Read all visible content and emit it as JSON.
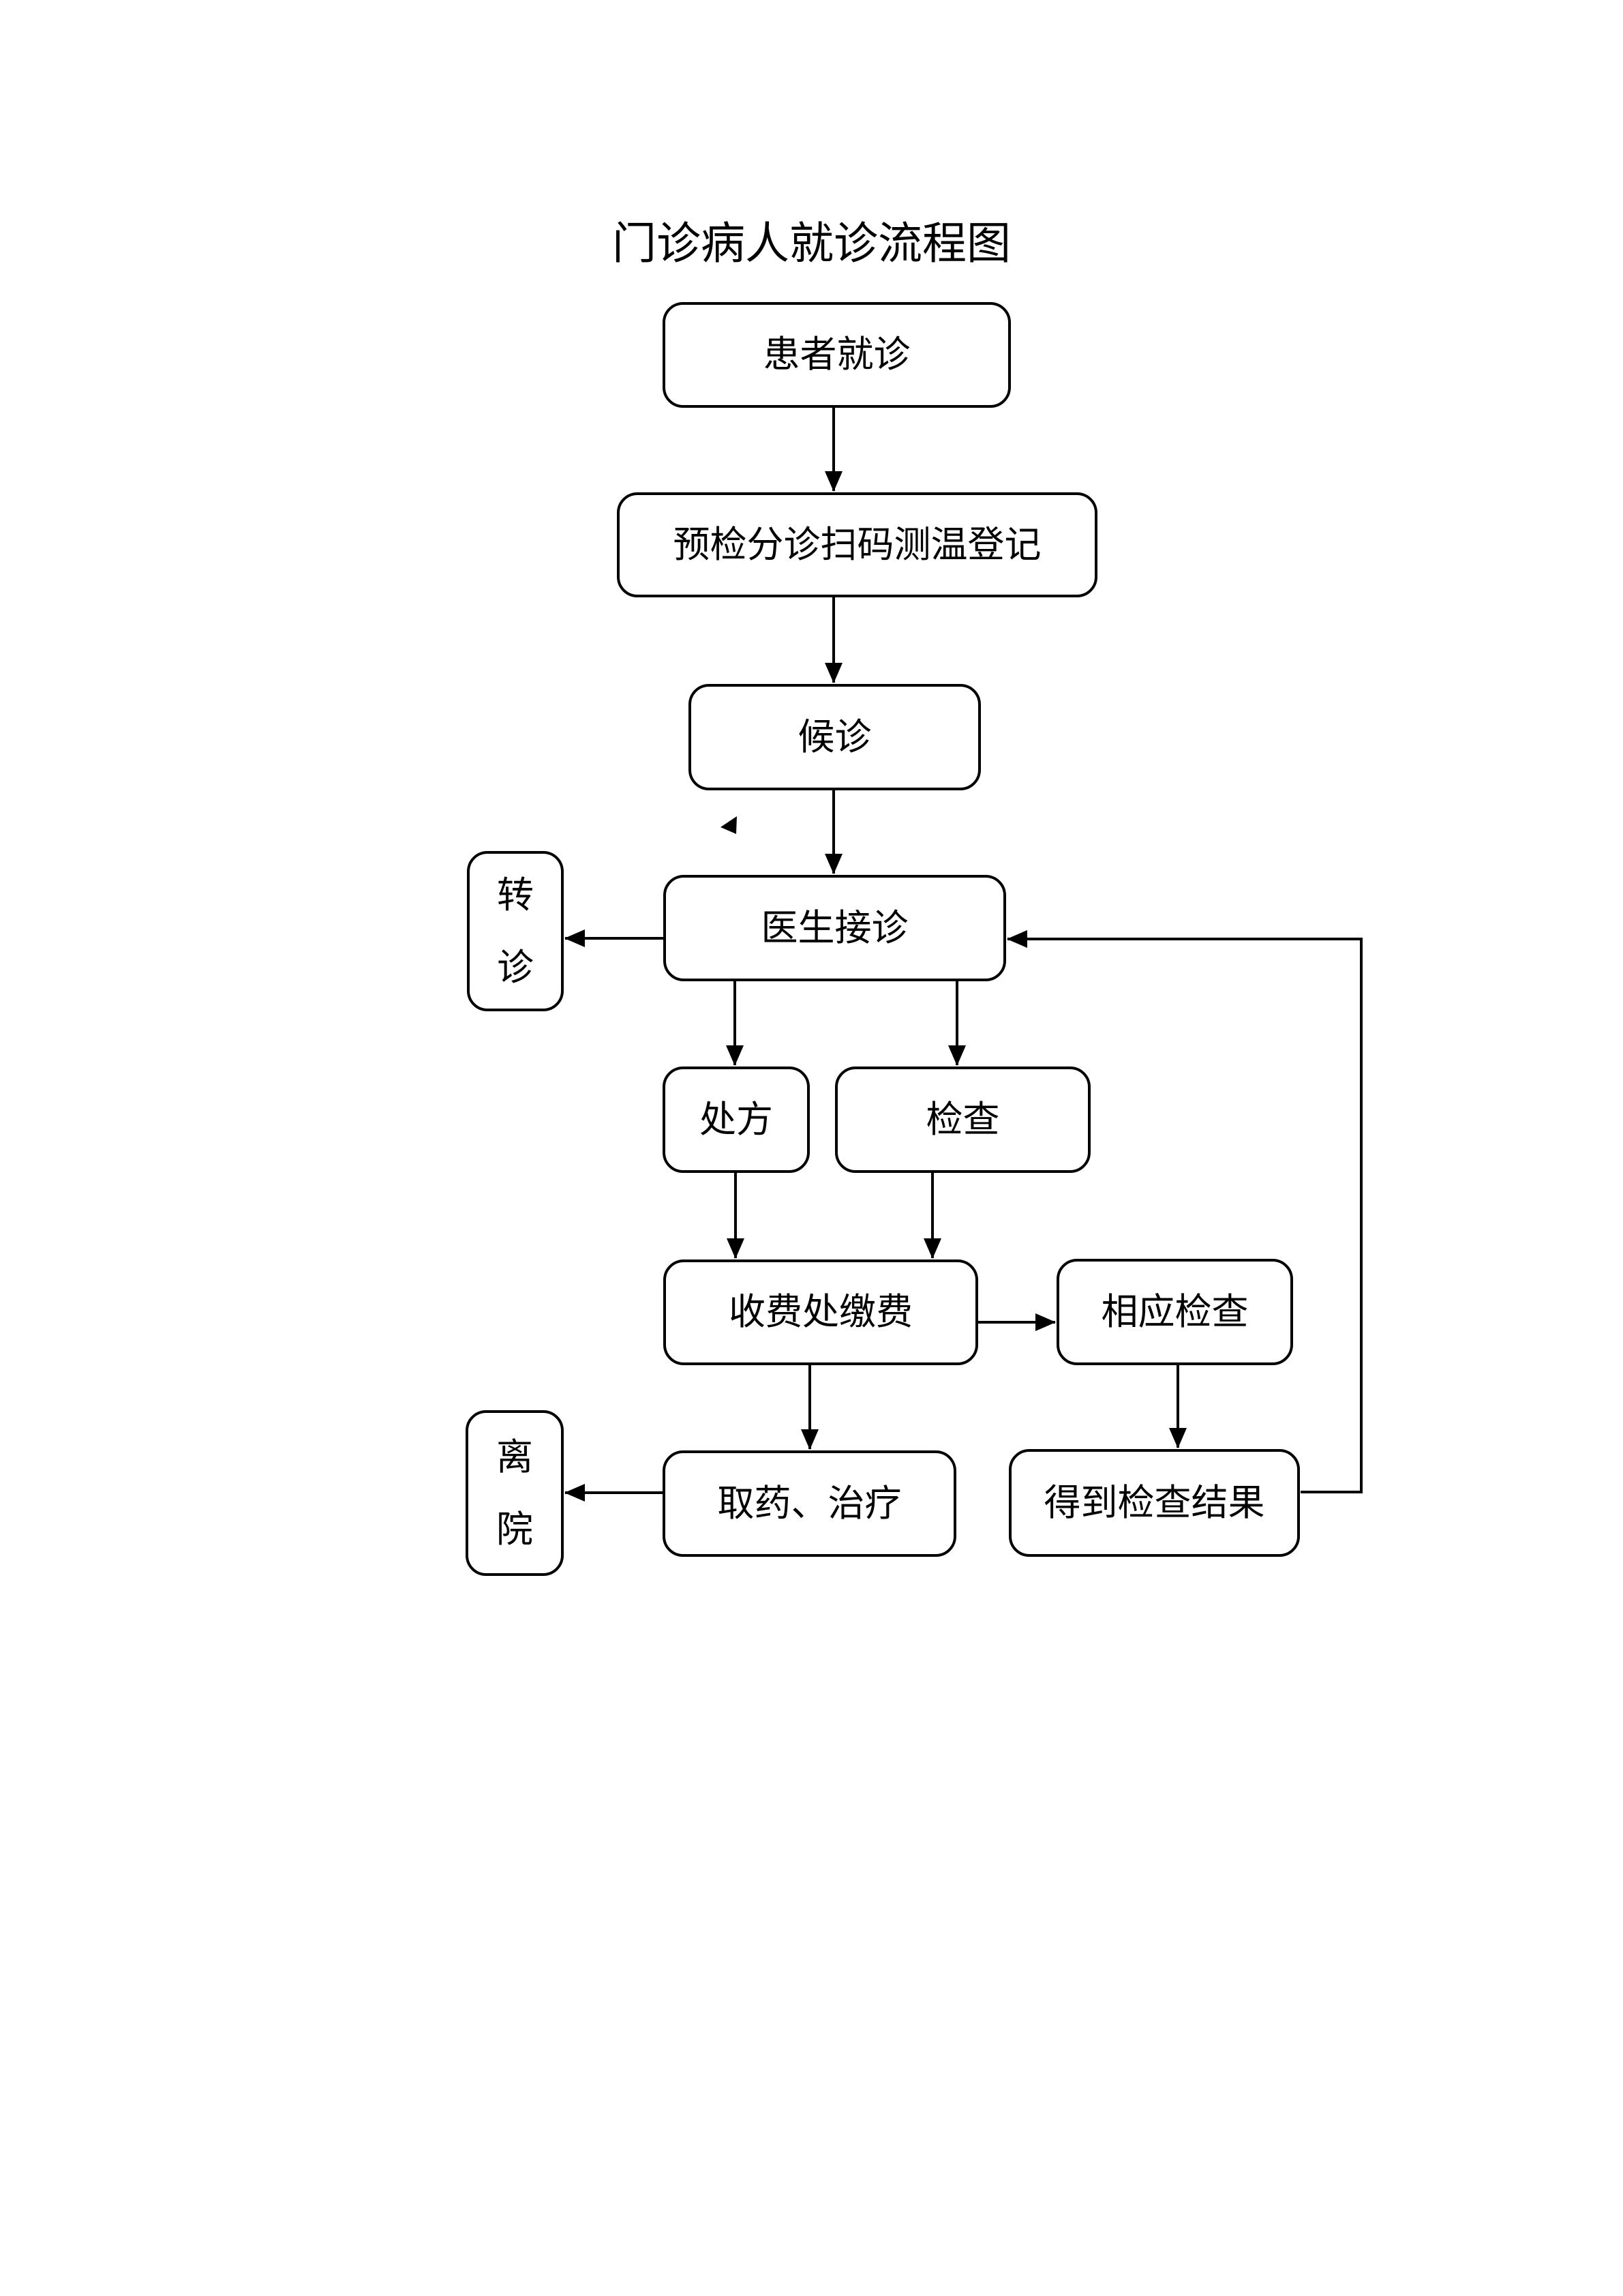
{
  "title": "门诊病人就诊流程图",
  "colors": {
    "stroke": "#000000",
    "fill": "#ffffff"
  },
  "nodes": {
    "patient": {
      "label": "患者就诊"
    },
    "precheck": {
      "label": "预检分诊扫码测温登记"
    },
    "waiting": {
      "label": "候诊"
    },
    "doctor": {
      "label": "医生接诊"
    },
    "referral": {
      "label": "转诊"
    },
    "prescription": {
      "label": "处方"
    },
    "check": {
      "label": "检查"
    },
    "pay": {
      "label": "收费处缴费"
    },
    "corresponding_check": {
      "label": "相应检查"
    },
    "result": {
      "label": "得到检查结果"
    },
    "medicine": {
      "label": "取药、治疗"
    },
    "leave": {
      "label": "离院"
    }
  },
  "edges": [
    {
      "from": "patient",
      "to": "precheck"
    },
    {
      "from": "precheck",
      "to": "waiting"
    },
    {
      "from": "waiting",
      "to": "doctor"
    },
    {
      "from": "doctor",
      "to": "referral"
    },
    {
      "from": "doctor",
      "to": "prescription"
    },
    {
      "from": "doctor",
      "to": "check"
    },
    {
      "from": "prescription",
      "to": "pay"
    },
    {
      "from": "check",
      "to": "pay"
    },
    {
      "from": "pay",
      "to": "corresponding_check"
    },
    {
      "from": "pay",
      "to": "medicine"
    },
    {
      "from": "corresponding_check",
      "to": "result"
    },
    {
      "from": "result",
      "to": "doctor"
    },
    {
      "from": "medicine",
      "to": "leave"
    }
  ]
}
